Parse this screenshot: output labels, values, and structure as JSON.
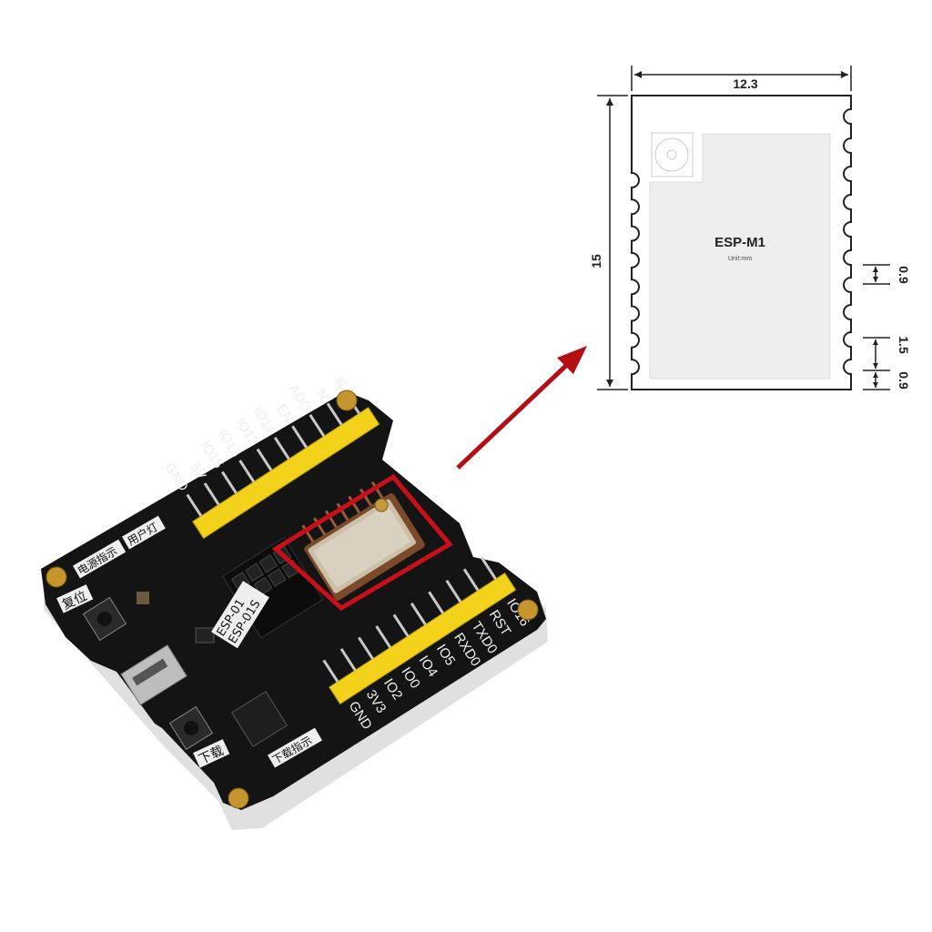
{
  "colors": {
    "arrow": "#b30e14",
    "highlight": "#c8101a",
    "pcb": "#141414",
    "header": "#f2d21b",
    "module_fill": "#eeeeee"
  },
  "diagram": {
    "module_name": "ESP-M1",
    "unit": "Unit:mm",
    "width": "12.3",
    "height": "15",
    "pad_width": "0.9",
    "pad_pitch": "1.5",
    "edge_offset": "0.9",
    "antenna-icon": "u-fl-connector"
  },
  "board": {
    "top_header_pins": [
      "GND",
      "5V",
      "IO15",
      "IO13",
      "IO12",
      "IO14",
      "EN",
      "ADC",
      "N",
      "N"
    ],
    "bottom_header_pins": [
      "GND",
      "3V3",
      "IO2",
      "IO0",
      "IO4",
      "IO5",
      "RXD0",
      "TXD0",
      "RST",
      "IO16"
    ],
    "silk_power_led": "电源指示",
    "silk_user_led": "用户灯",
    "silk_reset": "复位",
    "silk_download": "下载",
    "silk_download_led": "下载指示",
    "silk_socket_1": "ESP-01",
    "silk_socket_2": "ESP-01S"
  }
}
